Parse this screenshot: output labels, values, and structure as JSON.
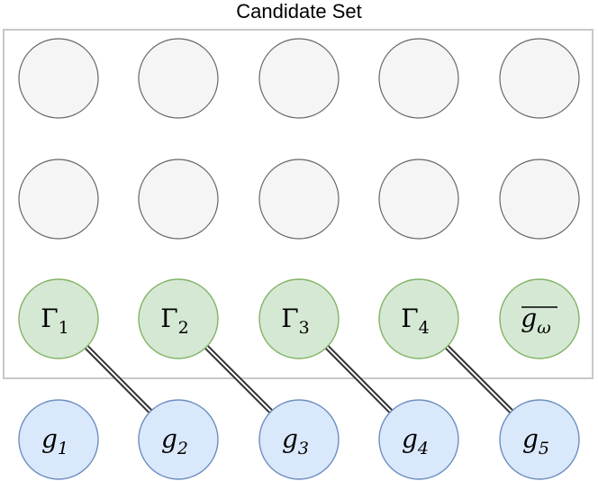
{
  "diagram": {
    "title": "Candidate Set",
    "colors": {
      "empty_fill": "#f5f5f5",
      "empty_stroke": "#666666",
      "green_fill": "#d5e8d4",
      "green_stroke": "#82b366",
      "blue_fill": "#dae8fc",
      "blue_stroke": "#6c8ebf",
      "frame": "#c8c8c8",
      "link": "#333333"
    },
    "empty_rows": 2,
    "empty_cols": 5,
    "green_row": [
      {
        "sym": "Γ",
        "sub": "1",
        "italic": false
      },
      {
        "sym": "Γ",
        "sub": "2",
        "italic": false
      },
      {
        "sym": "Γ",
        "sub": "3",
        "italic": false
      },
      {
        "sym": "Γ",
        "sub": "4",
        "italic": false
      },
      {
        "sym": "g",
        "sub": "ω",
        "italic": true,
        "overline": true
      }
    ],
    "blue_row": [
      {
        "sym": "g",
        "sub": "1"
      },
      {
        "sym": "g",
        "sub": "2"
      },
      {
        "sym": "g",
        "sub": "3"
      },
      {
        "sym": "g",
        "sub": "4"
      },
      {
        "sym": "g",
        "sub": "5"
      }
    ],
    "links": [
      {
        "from": "Γ1",
        "to": "g2"
      },
      {
        "from": "Γ2",
        "to": "g3"
      },
      {
        "from": "Γ3",
        "to": "g4"
      },
      {
        "from": "Γ4",
        "to": "g5"
      }
    ]
  }
}
